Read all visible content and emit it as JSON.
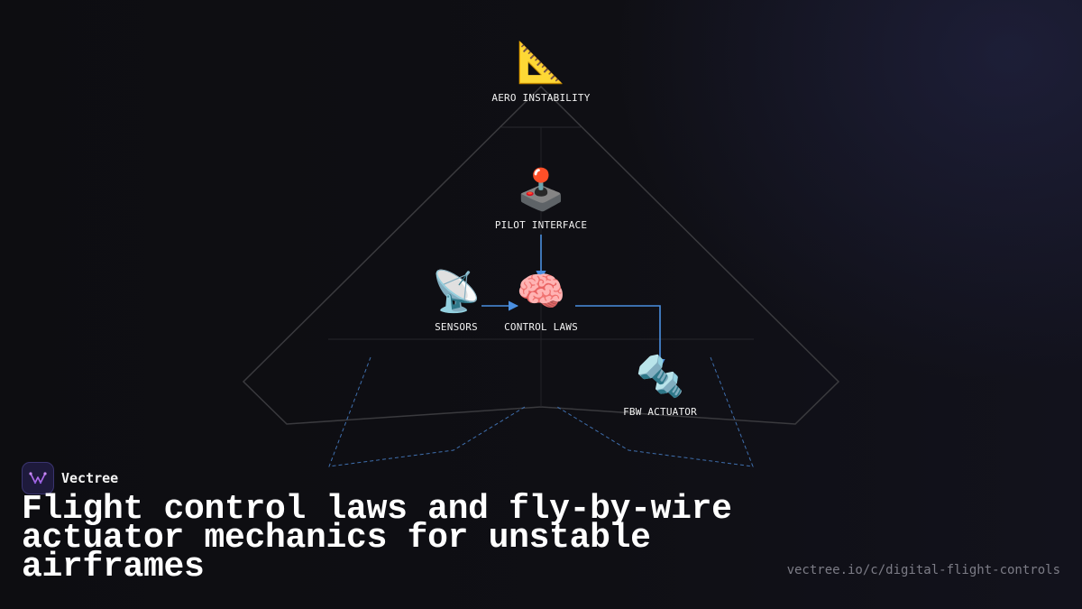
{
  "diagram": {
    "nodes": {
      "aero": {
        "icon": "📐",
        "icon_name": "triangular-ruler-icon",
        "label": "AERO INSTABILITY"
      },
      "pilot": {
        "icon": "🕹️",
        "icon_name": "joystick-icon",
        "label": "PILOT INTERFACE"
      },
      "sensors": {
        "icon": "📡",
        "icon_name": "satellite-antenna-icon",
        "label": "SENSORS"
      },
      "control": {
        "icon": "🧠",
        "icon_name": "brain-icon",
        "label": "CONTROL LAWS"
      },
      "actuator": {
        "icon": "🔩",
        "icon_name": "nut-and-bolt-icon",
        "label": "FBW ACTUATOR"
      }
    },
    "edges": [
      {
        "from": "PILOT INTERFACE",
        "to": "CONTROL LAWS"
      },
      {
        "from": "SENSORS",
        "to": "CONTROL LAWS"
      },
      {
        "from": "CONTROL LAWS",
        "to": "FBW ACTUATOR"
      }
    ],
    "colors": {
      "arrow": "#4a8fe0",
      "outline": "#3a3a3e",
      "dashed": "#3f6fae"
    }
  },
  "brand": {
    "name": "Vectree",
    "logo_icon": "vectree-logo-icon"
  },
  "headline": "Flight control laws and fly-by-wire actuator mechanics for unstable airframes",
  "url": "vectree.io/c/digital-flight-controls"
}
